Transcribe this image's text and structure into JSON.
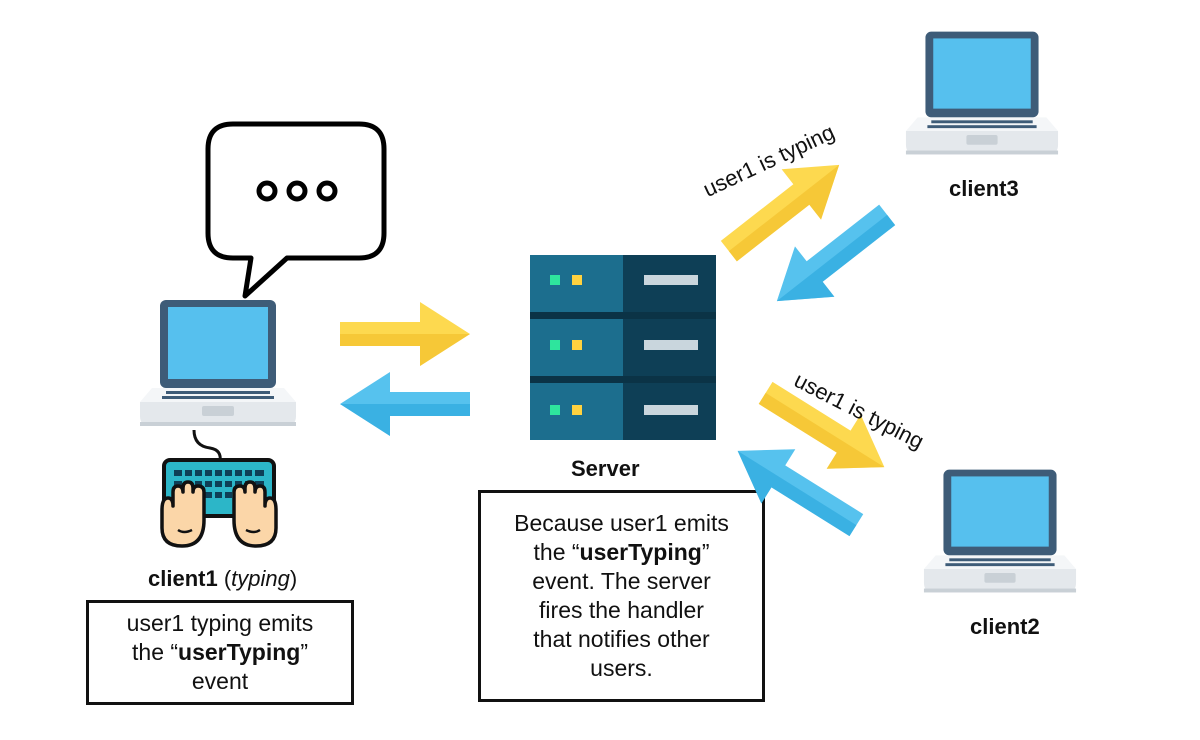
{
  "nodes": {
    "client1": {
      "name": "client1",
      "paren_open": "(",
      "state": "typing",
      "paren_close": ")"
    },
    "server": {
      "name": "Server"
    },
    "client2": {
      "name": "client2"
    },
    "client3": {
      "name": "client3"
    }
  },
  "notes": {
    "client1": {
      "line1": "user1 typing emits",
      "line2_pre": "the “",
      "line2_bold": "userTyping",
      "line2_post": "”",
      "line3": "event"
    },
    "server": {
      "line1": "Because user1 emits",
      "line2_pre": "the “",
      "line2_bold": "userTyping",
      "line2_post": "”",
      "line3": "event. The server",
      "line4": "fires the handler",
      "line5": "that notifies other",
      "line6": "users."
    }
  },
  "messages": {
    "to_client3": "user1 is typing",
    "to_client2": "user1 is typing"
  },
  "speech_bubble": {
    "content": "•••"
  },
  "icons": [
    "laptop-icon",
    "speech-bubble-icon",
    "keyboard-hands-icon",
    "server-rack-icon",
    "arrow-icon"
  ],
  "colors": {
    "arrow_yellow": "#FDD94F",
    "arrow_yellow_shade": "#F2C12E",
    "arrow_blue": "#56C2EE",
    "arrow_blue_shade": "#2FA9DE",
    "laptop_screen": "#56C0EE",
    "laptop_frame": "#3E5C78",
    "laptop_base": "#E4E8EC",
    "server_body": "#1C6E8E",
    "server_dark": "#0E3F56",
    "server_led_green": "#2EE59D",
    "server_led_yellow": "#FFD23F",
    "keyboard_body": "#2CB6C8",
    "hand_skin": "#FBD6A8"
  }
}
